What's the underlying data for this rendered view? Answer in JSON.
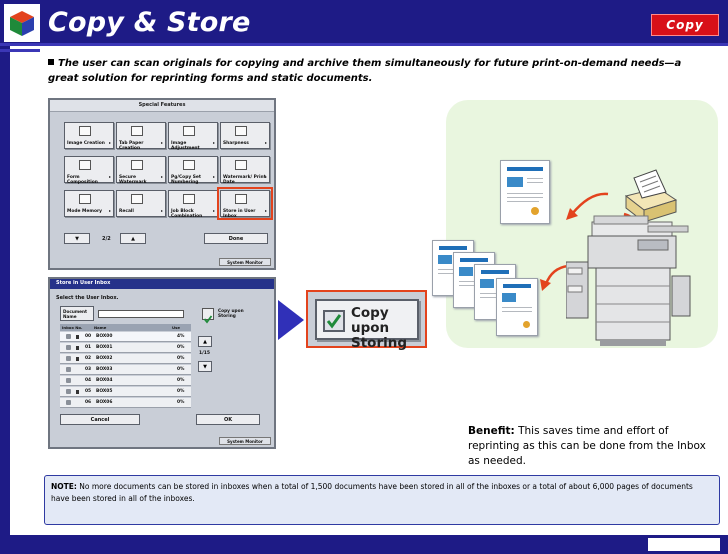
{
  "header": {
    "title": "Copy & Store",
    "section_badge": "Copy"
  },
  "intro": {
    "text": "The user can scan originals for copying and archive them simultaneously for future print-on-demand needs—a great solution for reprinting forms and static documents."
  },
  "special_features_screen": {
    "title": "Special Features",
    "features": [
      {
        "label": "Image Creation",
        "icon": "image-creation-icon"
      },
      {
        "label": "Tab Paper Creation",
        "icon": "tab-paper-icon"
      },
      {
        "label": "Image Adjustment",
        "icon": "image-adjustment-icon"
      },
      {
        "label": "Sharpness",
        "icon": "sharpness-icon"
      },
      {
        "label": "Form Composition",
        "icon": "form-composition-icon"
      },
      {
        "label": "Secure Watermark",
        "icon": "secure-watermark-icon"
      },
      {
        "label": "Pg/Copy Set Numbering",
        "icon": "numbering-icon"
      },
      {
        "label": "Watermark/ Print Date",
        "icon": "watermark-icon"
      },
      {
        "label": "Mode Memory",
        "icon": "mode-memory-icon"
      },
      {
        "label": "Recall",
        "icon": "recall-icon"
      },
      {
        "label": "Job Block Combination",
        "icon": "job-block-icon"
      },
      {
        "label": "Store in User Inbox",
        "icon": "store-inbox-icon"
      }
    ],
    "page_indicator": "2/2",
    "done_label": "Done",
    "system_monitor_label": "System Monitor"
  },
  "store_screen": {
    "title": "Store in User Inbox",
    "select_label": "Select the User Inbox.",
    "document_name_label": "Document Name",
    "copy_upon_storing_label": "Copy upon Storing",
    "columns": [
      "Inbox No.",
      "Name",
      "Use"
    ],
    "rows": [
      {
        "no": "00",
        "name": "BOX00",
        "use": "4%"
      },
      {
        "no": "01",
        "name": "BOX01",
        "use": "0%"
      },
      {
        "no": "02",
        "name": "BOX02",
        "use": "0%"
      },
      {
        "no": "03",
        "name": "BOX03",
        "use": "0%"
      },
      {
        "no": "04",
        "name": "BOX04",
        "use": "0%"
      },
      {
        "no": "05",
        "name": "BOX05",
        "use": "0%"
      },
      {
        "no": "06",
        "name": "BOX06",
        "use": "0%"
      }
    ],
    "scroll_indicator": "1/15",
    "cancel_label": "Cancel",
    "ok_label": "OK",
    "system_monitor_label": "System Monitor"
  },
  "zoom_button": {
    "label_line1": "Copy upon",
    "label_line2": "Storing"
  },
  "benefit": {
    "label": "Benefit:",
    "text": "This saves time and effort of reprinting as this can be done from the Inbox as needed."
  },
  "note": {
    "label": "NOTE:",
    "text": "No more documents can be stored in inboxes when a total of 1,500 documents have been stored in all of the inboxes or a total of about 6,000 pages of documents have been stored in all of the inboxes."
  },
  "colors": {
    "header_blue": "#1e1b86",
    "badge_red": "#d81018",
    "highlight_orange": "#e3431d",
    "arrow_blue": "#3030b8",
    "panel_green": "#e9f6df",
    "note_bg": "#e3e9f6"
  }
}
